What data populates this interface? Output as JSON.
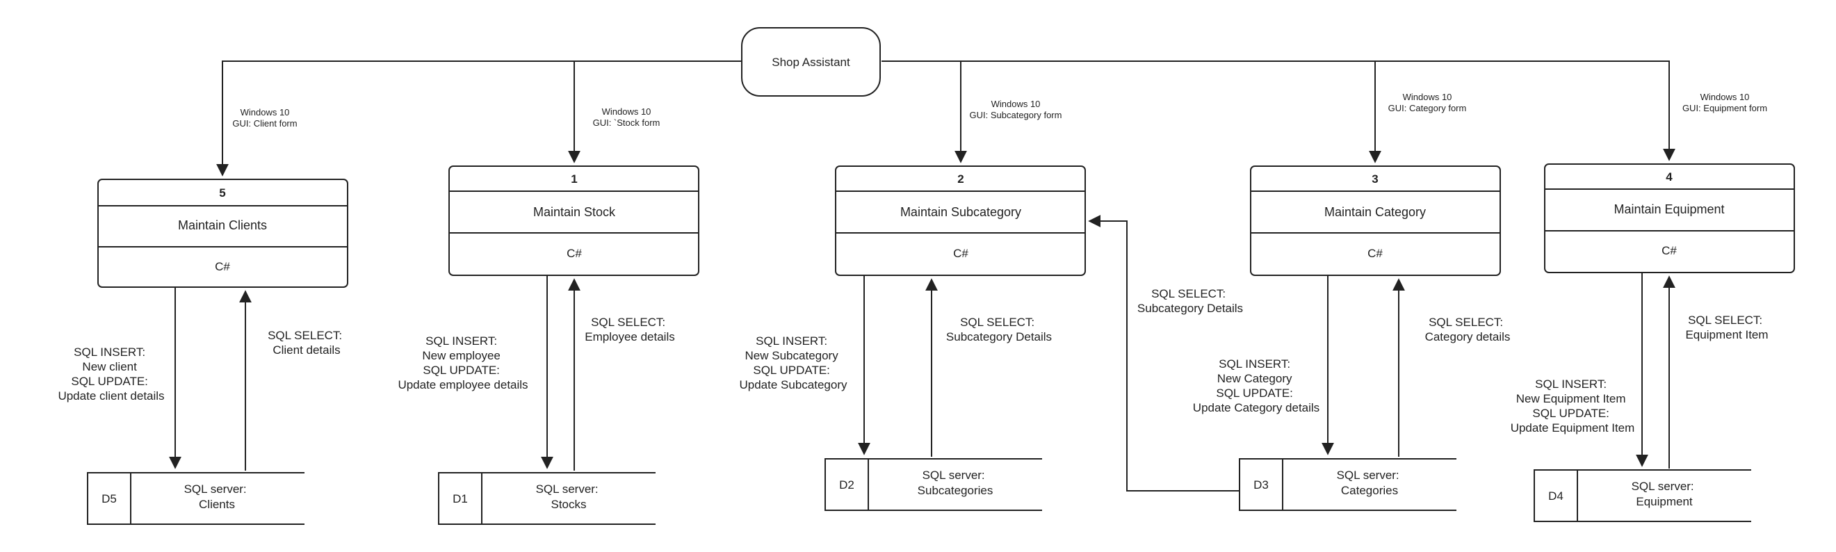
{
  "external_entity": {
    "label": "Shop Assistant"
  },
  "processes": [
    {
      "id": "p5",
      "number": "5",
      "name": "Maintain Clients",
      "tech": "C#"
    },
    {
      "id": "p1",
      "number": "1",
      "name": "Maintain Stock",
      "tech": "C#"
    },
    {
      "id": "p2",
      "number": "2",
      "name": "Maintain Subcategory",
      "tech": "C#"
    },
    {
      "id": "p3",
      "number": "3",
      "name": "Maintain Category",
      "tech": "C#"
    },
    {
      "id": "p4",
      "number": "4",
      "name": "Maintain Equipment",
      "tech": "C#"
    }
  ],
  "stores": [
    {
      "id": "s5",
      "code": "D5",
      "line1": "SQL server:",
      "line2": "Clients"
    },
    {
      "id": "s1",
      "code": "D1",
      "line1": "SQL server:",
      "line2": "Stocks"
    },
    {
      "id": "s2",
      "code": "D2",
      "line1": "SQL server:",
      "line2": "Subcategories"
    },
    {
      "id": "s3",
      "code": "D3",
      "line1": "SQL server:",
      "line2": "Categories"
    },
    {
      "id": "s4",
      "code": "D4",
      "line1": "SQL server:",
      "line2": "Equipment"
    }
  ],
  "gui_labels": [
    {
      "line1": "Windows 10",
      "line2": "GUI: Client form"
    },
    {
      "line1": "Windows 10",
      "line2": "GUI: `Stock form"
    },
    {
      "line1": "Windows 10",
      "line2": "GUI: Subcategory form"
    },
    {
      "line1": "Windows 10",
      "line2": "GUI: Category form"
    },
    {
      "line1": "Windows 10",
      "line2": "GUI: Equipment form"
    }
  ],
  "flow_labels": [
    {
      "lines": [
        "SQL INSERT:",
        "New client",
        "",
        "SQL UPDATE:",
        "Update client details"
      ]
    },
    {
      "lines": [
        "SQL SELECT:",
        "Client details"
      ]
    },
    {
      "lines": [
        "SQL INSERT:",
        "New employee",
        "",
        "SQL UPDATE:",
        "Update employee details"
      ]
    },
    {
      "lines": [
        "SQL SELECT:",
        "Employee details"
      ]
    },
    {
      "lines": [
        "SQL INSERT:",
        "New Subcategory",
        "",
        "SQL UPDATE:",
        "Update Subcategory"
      ]
    },
    {
      "lines": [
        "SQL SELECT:",
        "Subcategory Details"
      ]
    },
    {
      "lines": [
        "SQL SELECT:",
        "Subcategory Details"
      ]
    },
    {
      "lines": [
        "SQL INSERT:",
        "New Category",
        "",
        "SQL UPDATE:",
        "Update Category details"
      ]
    },
    {
      "lines": [
        "SQL SELECT:",
        "Category details"
      ]
    },
    {
      "lines": [
        "SQL INSERT:",
        "New Equipment Item",
        "",
        "SQL UPDATE:",
        "Update Equipment Item"
      ]
    },
    {
      "lines": [
        "SQL SELECT:",
        "Equipment Item"
      ]
    }
  ],
  "colors": {
    "stroke": "#222222",
    "text": "#222222",
    "background": "#ffffff"
  }
}
